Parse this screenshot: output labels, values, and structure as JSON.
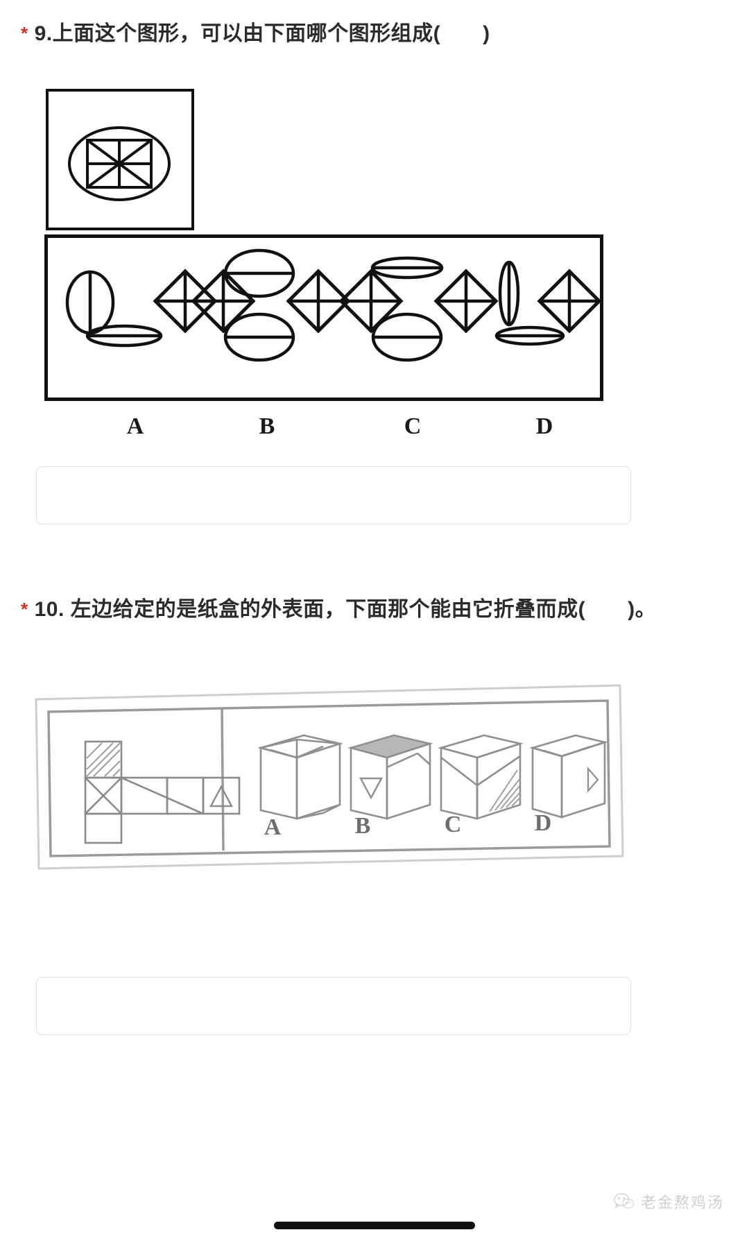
{
  "page": {
    "background": "#ffffff",
    "required_marker": "*",
    "required_marker_color": "#d93025",
    "ink_color": "#1a1a1a"
  },
  "questions": [
    {
      "id": "q9",
      "number": "9.",
      "text": "上面这个图形，可以由下面哪个图形组成(　　)",
      "prompt_figure": {
        "name": "ellipse-with-inscribed-square",
        "description": "椭圆内含正方形，正方形有两条对角线与十字中线"
      },
      "options": [
        {
          "label": "A",
          "description": "竖椭圆带竖线 + 菱形带十字 + 扁横椭圆"
        },
        {
          "label": "B",
          "description": "两个菱形带十字 + 上下两个圆带横线"
        },
        {
          "label": "C",
          "description": "两个菱形带十字 + 上方扁椭圆 + 下方圆带横线"
        },
        {
          "label": "D",
          "description": "窄竖椭圆 + 菱形带十字 + 扁横椭圆"
        }
      ],
      "answer_value": "",
      "answer_placeholder": ""
    },
    {
      "id": "q10",
      "number": "10.",
      "text": "左边给定的是纸盒的外表面，下面那个能由它折叠而成(　　)。",
      "prompt_figure": {
        "name": "box-net",
        "description": "纸盒展开图：阴影方格、打叉方格、对角线方格、三角形方格"
      },
      "options": [
        {
          "label": "A",
          "description": "立方体，顶面有对角折线"
        },
        {
          "label": "B",
          "description": "立方体，顶面涂灰，正面有倒三角"
        },
        {
          "label": "C",
          "description": "立方体，右侧面斜线阴影"
        },
        {
          "label": "D",
          "description": "立方体，右侧面有小三角"
        }
      ],
      "answer_value": "",
      "answer_placeholder": ""
    }
  ],
  "watermark": {
    "icon": "wechat-icon",
    "text": "老金熬鸡汤"
  },
  "system": {
    "home_indicator": "home-indicator"
  }
}
